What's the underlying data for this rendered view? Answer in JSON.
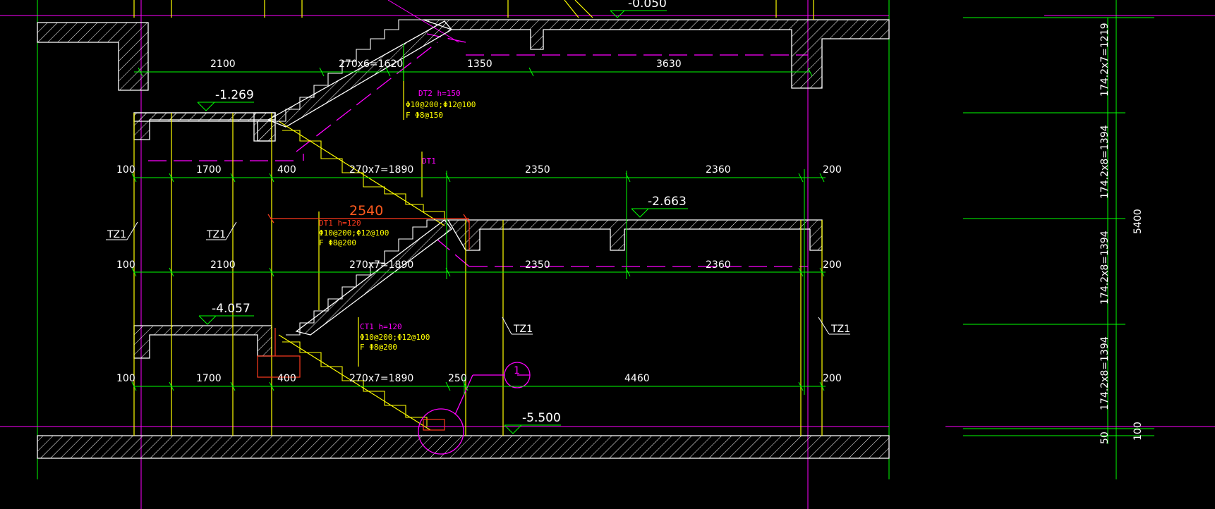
{
  "colors": {
    "background": "#000000",
    "dimension": "#00ff00",
    "concrete": "#ffffff",
    "stair": "#ffff00",
    "hidden": "#ff00ff",
    "highlight": "#ff3b1e"
  },
  "levels": {
    "top": "-0.050",
    "l1": "-1.269",
    "l2": "-2.663",
    "l3": "-4.057",
    "base": "-5.500"
  },
  "row1": {
    "a": "2100",
    "b": "270x6=1620",
    "c": "1350",
    "d": "3630"
  },
  "row2": {
    "a": "100",
    "b": "1700",
    "c": "400",
    "d": "270x7=1890",
    "e": "2350",
    "f": "2360",
    "g": "200"
  },
  "row3": {
    "a": "100",
    "b": "2100",
    "c": "270x7=1890",
    "d": "2350",
    "e": "2360",
    "f": "200"
  },
  "row4": {
    "a": "100",
    "b": "1700",
    "c": "400",
    "d": "270x7=1890",
    "e": "250",
    "f": "4460",
    "g": "200"
  },
  "span_2540": "2540",
  "notes": {
    "dt2": {
      "title": "DT2 h=150",
      "line1": "Φ10@200;Φ12@100",
      "line2": "F Φ8@150"
    },
    "dt1_tag": "DT1",
    "dt1": {
      "title": "DT1 h=120",
      "line1": "Φ10@200;Φ12@100",
      "line2": "F Φ8@200"
    },
    "ct1": {
      "title": "CT1 h=120",
      "line1": "Φ10@200;Φ12@100",
      "line2": "F Φ8@200"
    }
  },
  "tz": "TZ1",
  "detail_mark": "1",
  "vertical_dims": {
    "d1": "174.2x7=1219",
    "d2": "174.2x8=1394",
    "d3": "174.2x8=1394",
    "d4": "174.2x8=1394",
    "d5": "50",
    "total": "5400",
    "small": "100"
  }
}
